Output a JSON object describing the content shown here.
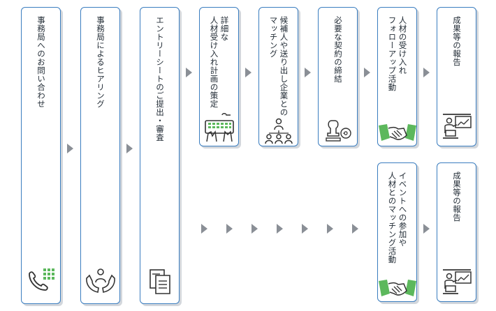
{
  "steps": {
    "s1": {
      "label": "事務局へのお問い合わせ",
      "icon": "phone-icon"
    },
    "s2": {
      "label": "事務局によるヒアリング",
      "icon": "hands-person-icon"
    },
    "s3": {
      "label": "エントリーシートのご提出・審査",
      "icon": "documents-icon"
    },
    "s4": {
      "label": [
        "詳細な",
        "人材受け入れ計画の策定"
      ],
      "icon": "keyboard-hands-icon"
    },
    "s5": {
      "label": [
        "候補人や送り出し企業との",
        "マッチング"
      ],
      "icon": "people-group-icon"
    },
    "s6": {
      "label": "必要な契約の締結",
      "icon": "stamp-icon"
    },
    "s7": {
      "label": [
        "人材の受け入れ",
        "フォローアップ活動"
      ],
      "icon": "handshake-icon"
    },
    "s8": {
      "label": "成果等の報告",
      "icon": "presentation-icon"
    },
    "s9": {
      "label": [
        "イベントへの参加や",
        "人材とのマッチング活動"
      ],
      "icon": "handshake-icon"
    },
    "s10": {
      "label": "成果等の報告",
      "icon": "presentation-icon"
    }
  },
  "colors": {
    "border": "#3a7dbf",
    "green": "#5cb85c",
    "arrow": "#8a8f96",
    "text": "#1f2933"
  }
}
